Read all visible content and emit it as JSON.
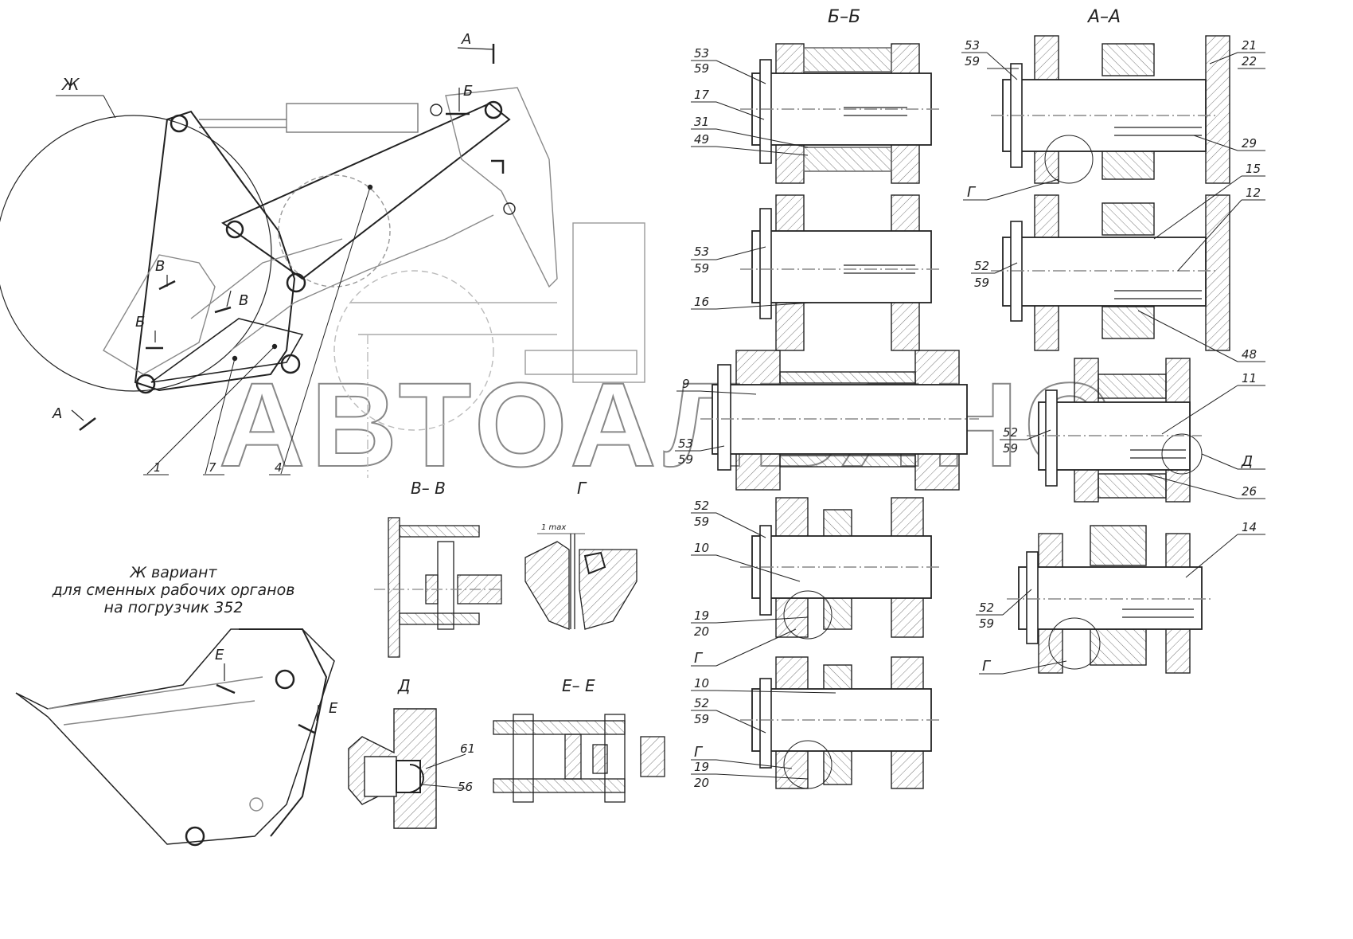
{
  "watermark": "АВТОАЛЬЯНС",
  "sections": {
    "bb": "Б–Б",
    "aa": "А–А",
    "vv": "В– В",
    "g": "Г",
    "d": "Д",
    "ee": "Е– Е"
  },
  "variant_note": [
    "Ж вариант",
    "для сменных рабочих органов",
    "на погрузчик 352"
  ],
  "view_marks": {
    "zh": "Ж",
    "a": "А",
    "b": "Б",
    "v": "В",
    "e": "Е",
    "g": "Г",
    "d": "Д"
  },
  "dimension_note": "1 max",
  "left_callouts": [
    "1",
    "7",
    "4"
  ],
  "part_labels": {
    "bb1": [
      "53",
      "59",
      "17",
      "31",
      "49"
    ],
    "bb2": [
      "53",
      "59",
      "16"
    ],
    "mid": [
      "9",
      "53",
      "59"
    ],
    "low1": [
      "52",
      "59",
      "10",
      "19",
      "20"
    ],
    "low2": [
      "10",
      "52",
      "59",
      "19",
      "20"
    ],
    "aa1": [
      "53",
      "59",
      "21",
      "22",
      "29"
    ],
    "aa2": [
      "15",
      "12",
      "52",
      "59",
      "48"
    ],
    "aa3": [
      "11",
      "52",
      "59",
      "26"
    ],
    "aa4": [
      "14",
      "52",
      "59"
    ],
    "d": [
      "61",
      "56"
    ]
  }
}
